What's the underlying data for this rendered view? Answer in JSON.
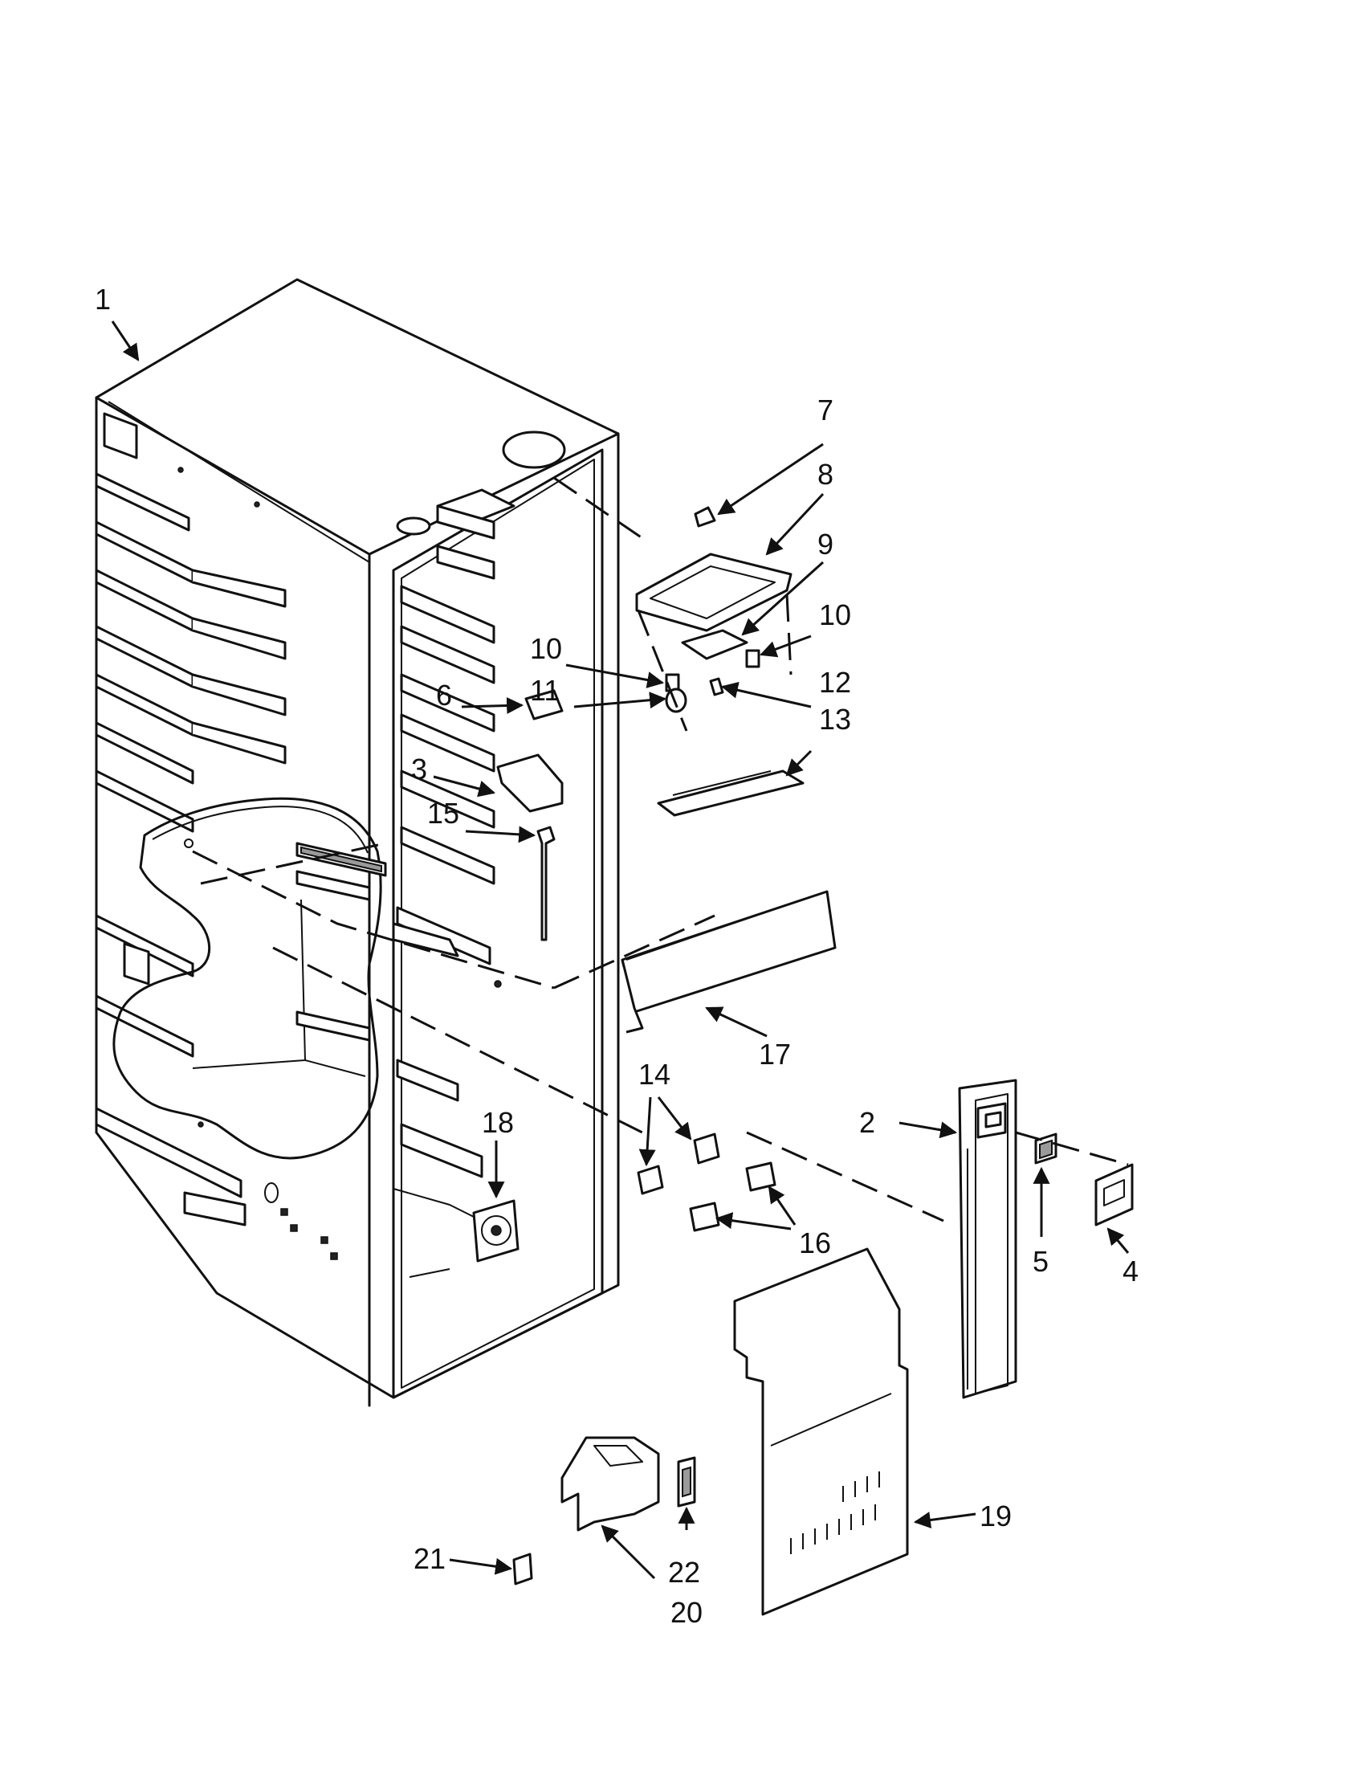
{
  "callouts": [
    {
      "id": "c1",
      "text": "1"
    },
    {
      "id": "c2",
      "text": "2"
    },
    {
      "id": "c3",
      "text": "3"
    },
    {
      "id": "c4",
      "text": "4"
    },
    {
      "id": "c5",
      "text": "5"
    },
    {
      "id": "c6",
      "text": "6"
    },
    {
      "id": "c7",
      "text": "7"
    },
    {
      "id": "c8",
      "text": "8"
    },
    {
      "id": "c9",
      "text": "9"
    },
    {
      "id": "c10a",
      "text": "10"
    },
    {
      "id": "c10b",
      "text": "10"
    },
    {
      "id": "c11",
      "text": "11"
    },
    {
      "id": "c12",
      "text": "12"
    },
    {
      "id": "c13",
      "text": "13"
    },
    {
      "id": "c14",
      "text": "14"
    },
    {
      "id": "c15",
      "text": "15"
    },
    {
      "id": "c16",
      "text": "16"
    },
    {
      "id": "c17",
      "text": "17"
    },
    {
      "id": "c18",
      "text": "18"
    },
    {
      "id": "c19",
      "text": "19"
    },
    {
      "id": "c20",
      "text": "20"
    },
    {
      "id": "c21",
      "text": "21"
    },
    {
      "id": "c22",
      "text": "22"
    }
  ]
}
